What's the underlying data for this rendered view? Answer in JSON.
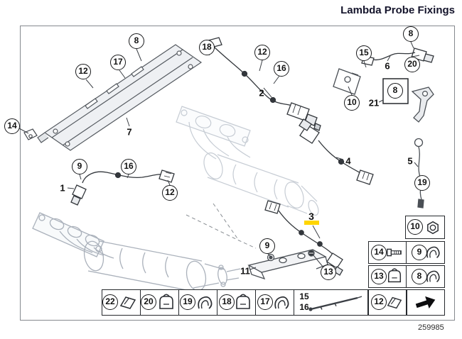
{
  "page": {
    "title": "Lambda Probe Fixings",
    "drawing_number": "259985"
  },
  "colors": {
    "highlight": "#ffd500",
    "line": "#2b2e33",
    "ghost_part": "#b9c0c9",
    "frame": "#85898e"
  },
  "callouts": [
    {
      "label": "8",
      "circled": true
    },
    {
      "label": "17",
      "circled": true
    },
    {
      "label": "12",
      "circled": true
    },
    {
      "label": "18",
      "circled": true
    },
    {
      "label": "12",
      "circled": true
    },
    {
      "label": "16",
      "circled": true
    },
    {
      "label": "2",
      "circled": false
    },
    {
      "label": "15",
      "circled": true
    },
    {
      "label": "8",
      "circled": true
    },
    {
      "label": "6",
      "circled": false
    },
    {
      "label": "20",
      "circled": true
    },
    {
      "label": "10",
      "circled": true
    },
    {
      "label": "21",
      "circled": false
    },
    {
      "label": "8",
      "circled": true
    },
    {
      "label": "14",
      "circled": true
    },
    {
      "label": "7",
      "circled": false
    },
    {
      "label": "9",
      "circled": true
    },
    {
      "label": "16",
      "circled": true
    },
    {
      "label": "1",
      "circled": false
    },
    {
      "label": "12",
      "circled": true
    },
    {
      "label": "4",
      "circled": false
    },
    {
      "label": "5",
      "circled": false
    },
    {
      "label": "19",
      "circled": true
    },
    {
      "label": "3",
      "circled": false,
      "highlighted": true
    },
    {
      "label": "9",
      "circled": true
    },
    {
      "label": "11",
      "circled": false
    },
    {
      "label": "13",
      "circled": true
    },
    {
      "label": "10",
      "circled": true
    },
    {
      "label": "14",
      "circled": true
    },
    {
      "label": "9",
      "circled": true
    },
    {
      "label": "13",
      "circled": true
    },
    {
      "label": "8",
      "circled": true
    },
    {
      "label": "12",
      "circled": true
    },
    {
      "label": "22",
      "circled": true
    },
    {
      "label": "20",
      "circled": true
    },
    {
      "label": "19",
      "circled": true
    },
    {
      "label": "18",
      "circled": true
    },
    {
      "label": "17",
      "circled": true
    },
    {
      "label": "15",
      "circled": false
    },
    {
      "label": "16",
      "circled": false
    }
  ],
  "legend": {
    "bottom_row_icons": [
      "clip-icon",
      "clip-icon",
      "clip-icon",
      "clip-icon",
      "clip-icon",
      "cable-strap-icon"
    ],
    "right_column_icons": [
      "nut-icon",
      "bolt-icon",
      "clip-icon",
      "clip-icon",
      "clip-icon",
      "clip-icon",
      "continuation-arrow-icon"
    ]
  }
}
